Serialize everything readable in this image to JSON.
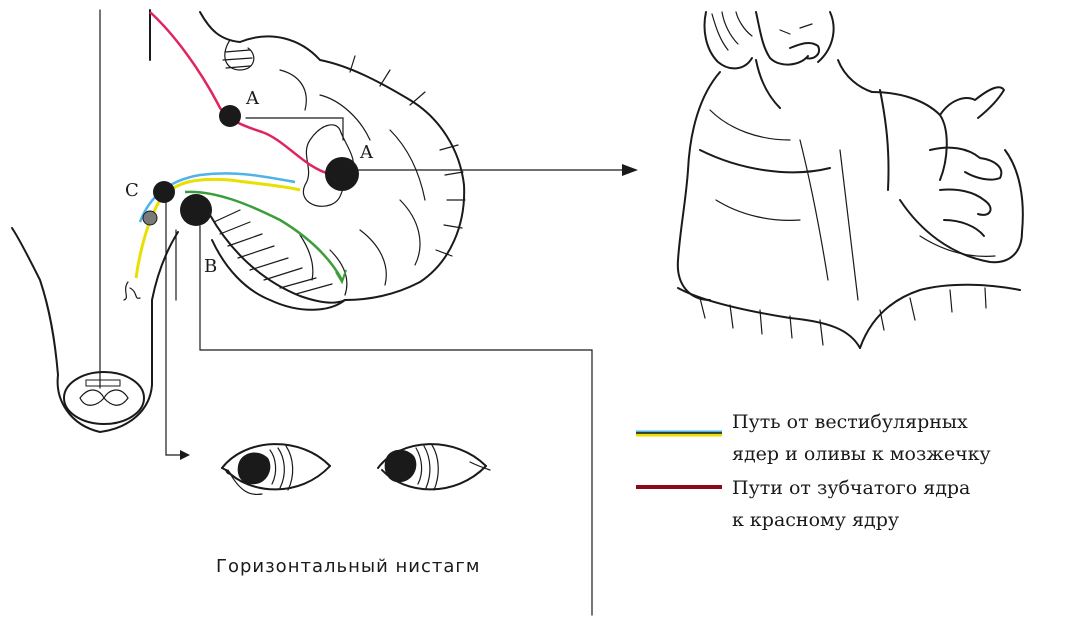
{
  "labels": {
    "a_upper": "A",
    "a_lower": "A",
    "c": "C",
    "b": "B"
  },
  "legend": {
    "vestibular_line1": "Путь от вестибулярных",
    "vestibular_line2": "ядер  и оливы  к мозжечку",
    "dentate_line1": "Пути от зубчатого ядра",
    "dentate_line2": "к красному ядру"
  },
  "caption": "Горизонтальный  нистагм",
  "colors": {
    "ink": "#1a1a1a",
    "red_pathway": "#e0245e",
    "yellow_pathway": "#e8e000",
    "blue_pathway": "#4fb3e8",
    "green_pathway": "#3a9e3a",
    "dentate_legend_line": "#8b0a1a"
  }
}
